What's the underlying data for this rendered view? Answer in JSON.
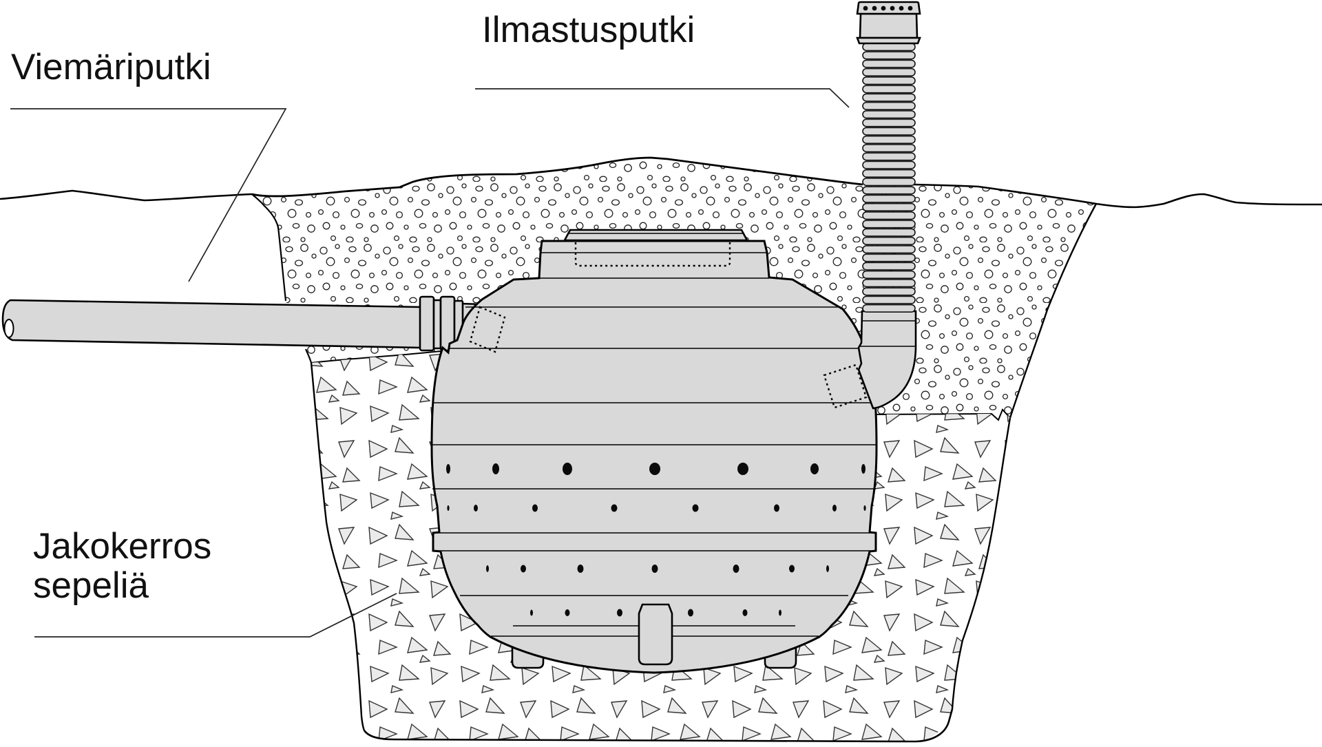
{
  "labels": {
    "sewer_pipe": "Viemäriputki",
    "vent_pipe": "Ilmastusputki",
    "gravel_layer_line1": "Jakokerros",
    "gravel_layer_line2": "sepeliä"
  },
  "figure": {
    "background_color": "#ffffff",
    "outline_color": "#000000",
    "tank_fill_color": "#d9d9d9",
    "gravel_stone_fill_color": "#ebebeb",
    "sand_dot_fill_color": "#ffffff"
  }
}
